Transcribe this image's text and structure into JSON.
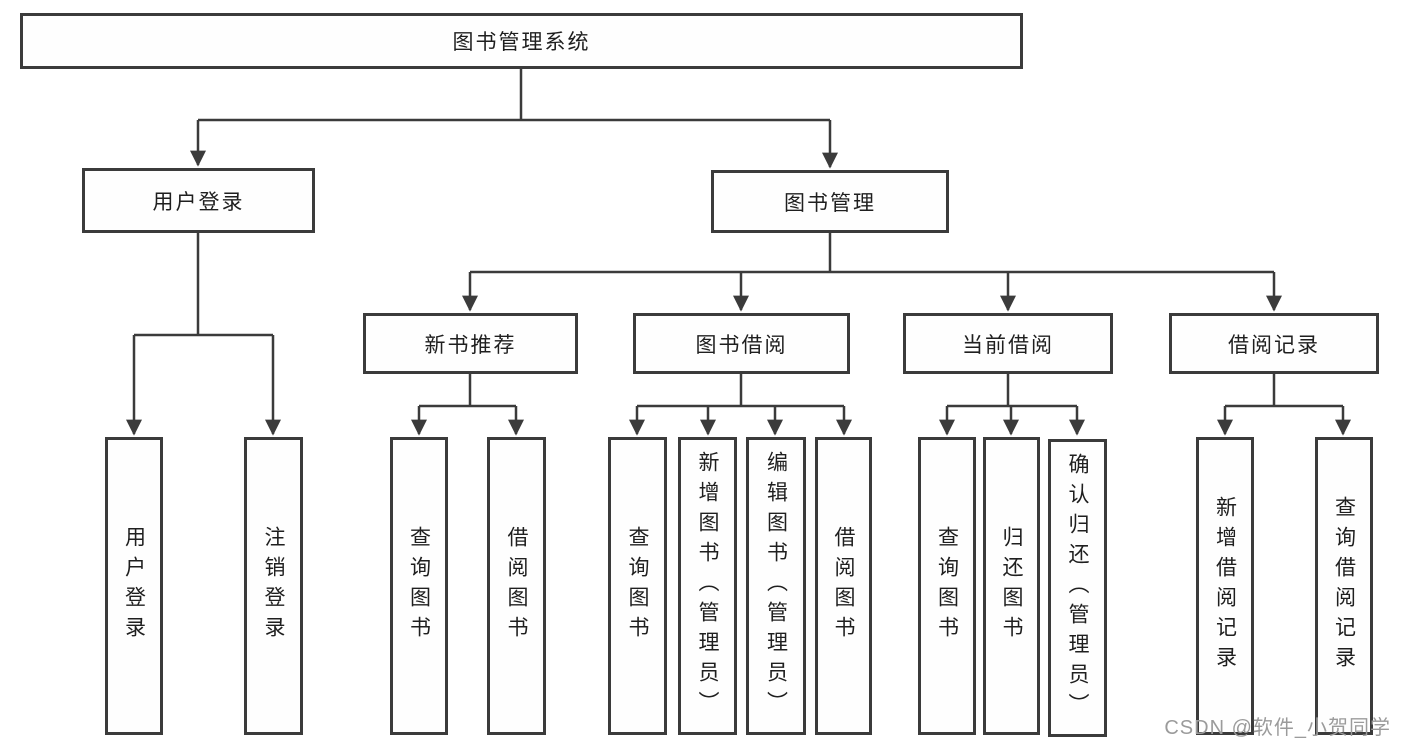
{
  "diagram": {
    "type": "hierarchy-tree",
    "colors": {
      "line": "#3b3b3b",
      "box_border": "#3b3b3b",
      "text": "#1f1f1f",
      "watermark": "#9b9b9b",
      "background": "#ffffff"
    },
    "tree": {
      "root": {
        "label": "图书管理系统"
      },
      "children": [
        {
          "label": "用户登录",
          "children": [
            {
              "label": "用户登录"
            },
            {
              "label": "注销登录"
            }
          ]
        },
        {
          "label": "图书管理",
          "children": [
            {
              "label": "新书推荐",
              "children": [
                {
                  "label": "查询图书"
                },
                {
                  "label": "借阅图书"
                }
              ]
            },
            {
              "label": "图书借阅",
              "children": [
                {
                  "label": "查询图书"
                },
                {
                  "label": "新增图书（管理员）"
                },
                {
                  "label": "编辑图书（管理员）"
                },
                {
                  "label": "借阅图书"
                }
              ]
            },
            {
              "label": "当前借阅",
              "children": [
                {
                  "label": "查询图书"
                },
                {
                  "label": "归还图书"
                },
                {
                  "label": "确认归还（管理员）"
                }
              ]
            },
            {
              "label": "借阅记录",
              "children": [
                {
                  "label": "新增借阅记录"
                },
                {
                  "label": "查询借阅记录"
                }
              ]
            }
          ]
        }
      ]
    },
    "watermark": "CSDN @软件_小贺同学"
  }
}
